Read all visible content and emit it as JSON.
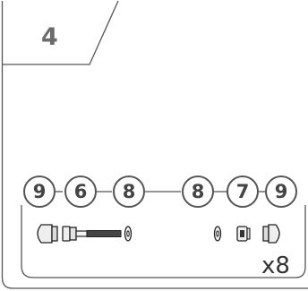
{
  "step": {
    "number": "4"
  },
  "hardware_set": {
    "badges": [
      "9",
      "6",
      "8",
      "8",
      "7",
      "9"
    ],
    "parts": [
      "cap-nut-icon",
      "hex-bolt-icon",
      "washer-icon",
      "washer-icon",
      "lock-nut-icon",
      "cap-nut-icon"
    ],
    "quantity": "x8"
  },
  "colors": {
    "line": "#555555",
    "part_fill": "#eeeeee",
    "part_stroke": "#222222"
  }
}
